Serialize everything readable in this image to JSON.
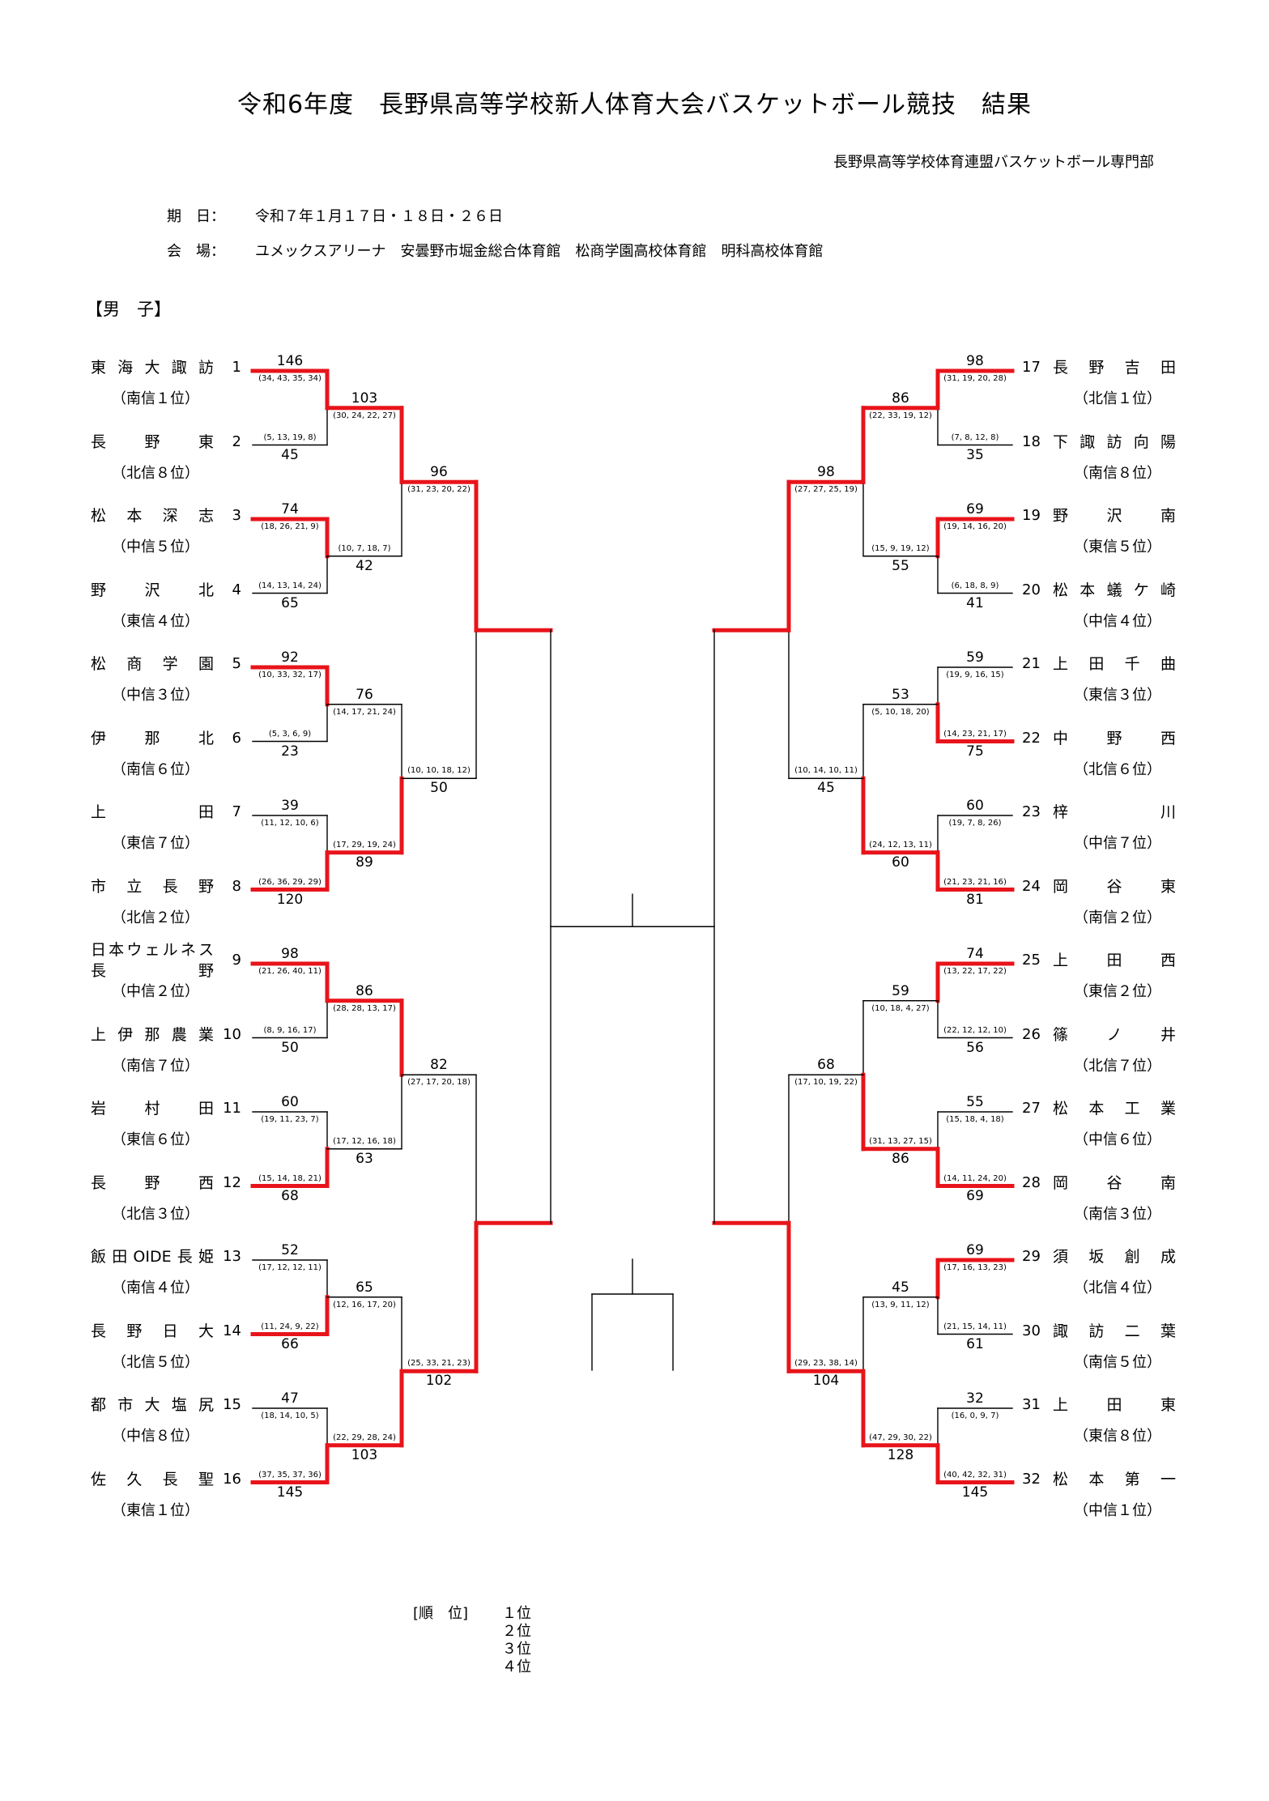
{
  "document": {
    "title": "令和6年度　長野県高等学校新人体育大会バスケットボール競技　結果",
    "organizer": "長野県高等学校体育連盟バスケットボール専門部",
    "date_label": "期　日：",
    "date_value": "令和７年１月１７日・１８日・２６日",
    "venue_label": "会　場：",
    "venue_value": "ユメックスアリーナ　安曇野市堀金総合体育館　松商学園高校体育館　明科高校体育館",
    "section": "【男　子】"
  },
  "teams": [
    {
      "no": "1",
      "name": "東海大諏訪",
      "sub": "（南信１位）"
    },
    {
      "no": "2",
      "name": "長野東",
      "sub": "（北信８位）"
    },
    {
      "no": "3",
      "name": "松本深志",
      "sub": "（中信５位）"
    },
    {
      "no": "4",
      "name": "野沢北",
      "sub": "（東信４位）"
    },
    {
      "no": "5",
      "name": "松商学園",
      "sub": "（中信３位）"
    },
    {
      "no": "6",
      "name": "伊那北",
      "sub": "（南信６位）"
    },
    {
      "no": "7",
      "name": "上田",
      "sub": "（東信７位）"
    },
    {
      "no": "8",
      "name": "市立長野",
      "sub": "（北信２位）"
    },
    {
      "no": "9",
      "name": "日本ウェルネス",
      "name2": "長野",
      "sub": "（中信２位）"
    },
    {
      "no": "10",
      "name": "上伊那農業",
      "sub": "（南信７位）"
    },
    {
      "no": "11",
      "name": "岩村田",
      "sub": "（東信６位）"
    },
    {
      "no": "12",
      "name": "長野西",
      "sub": "（北信３位）"
    },
    {
      "no": "13",
      "name": "飯田OIDE長姫",
      "sub": "（南信４位）"
    },
    {
      "no": "14",
      "name": "長野日大",
      "sub": "（北信５位）"
    },
    {
      "no": "15",
      "name": "都市大塩尻",
      "sub": "（中信８位）"
    },
    {
      "no": "16",
      "name": "佐久長聖",
      "sub": "（東信１位）"
    },
    {
      "no": "17",
      "name": "長野吉田",
      "sub": "（北信１位）"
    },
    {
      "no": "18",
      "name": "下諏訪向陽",
      "sub": "（南信８位）"
    },
    {
      "no": "19",
      "name": "野沢南",
      "sub": "（東信５位）"
    },
    {
      "no": "20",
      "name": "松本蟻ケ崎",
      "sub": "（中信４位）"
    },
    {
      "no": "21",
      "name": "上田千曲",
      "sub": "（東信３位）"
    },
    {
      "no": "22",
      "name": "中野西",
      "sub": "（北信６位）"
    },
    {
      "no": "23",
      "name": "梓川",
      "sub": "（中信７位）"
    },
    {
      "no": "24",
      "name": "岡谷東",
      "sub": "（南信２位）"
    },
    {
      "no": "25",
      "name": "上田西",
      "sub": "（東信２位）"
    },
    {
      "no": "26",
      "name": "篠ノ井",
      "sub": "（北信７位）"
    },
    {
      "no": "27",
      "name": "松本工業",
      "sub": "（中信６位）"
    },
    {
      "no": "28",
      "name": "岡谷南",
      "sub": "（南信３位）"
    },
    {
      "no": "29",
      "name": "須坂創成",
      "sub": "（北信４位）"
    },
    {
      "no": "30",
      "name": "諏訪二葉",
      "sub": "（南信５位）"
    },
    {
      "no": "31",
      "name": "上田東",
      "sub": "（東信８位）"
    },
    {
      "no": "32",
      "name": "松本第一",
      "sub": "（中信１位）"
    }
  ],
  "games_r1": [
    {
      "a": 1,
      "b": 2,
      "sa": "146",
      "qa": "(34, 43, 35, 34)",
      "sb": "45",
      "qb": "(5, 13, 19, 8)",
      "winner": "a"
    },
    {
      "a": 3,
      "b": 4,
      "sa": "74",
      "qa": "(18, 26, 21, 9)",
      "sb": "65",
      "qb": "(14, 13, 14, 24)",
      "winner": "a"
    },
    {
      "a": 5,
      "b": 6,
      "sa": "92",
      "qa": "(10, 33, 32, 17)",
      "sb": "23",
      "qb": "(5, 3, 6, 9)",
      "winner": "a"
    },
    {
      "a": 7,
      "b": 8,
      "sa": "39",
      "qa": "(11, 12, 10, 6)",
      "sb": "120",
      "qb": "(26, 36, 29, 29)",
      "winner": "b"
    },
    {
      "a": 9,
      "b": 10,
      "sa": "98",
      "qa": "(21, 26, 40, 11)",
      "sb": "50",
      "qb": "(8, 9, 16, 17)",
      "winner": "a"
    },
    {
      "a": 11,
      "b": 12,
      "sa": "60",
      "qa": "(19, 11, 23, 7)",
      "sb": "68",
      "qb": "(15, 14, 18, 21)",
      "winner": "b"
    },
    {
      "a": 13,
      "b": 14,
      "sa": "52",
      "qa": "(17, 12, 12, 11)",
      "sb": "66",
      "qb": "(11, 24, 9, 22)",
      "winner": "b"
    },
    {
      "a": 15,
      "b": 16,
      "sa": "47",
      "qa": "(18, 14, 10, 5)",
      "sb": "145",
      "qb": "(37, 35, 37, 36)",
      "winner": "b"
    },
    {
      "a": 17,
      "b": 18,
      "sa": "98",
      "qa": "(31, 19, 20, 28)",
      "sb": "35",
      "qb": "(7, 8, 12, 8)",
      "winner": "a"
    },
    {
      "a": 19,
      "b": 20,
      "sa": "69",
      "qa": "(19, 14, 16, 20)",
      "sb": "41",
      "qb": "(6, 18, 8, 9)",
      "winner": "a"
    },
    {
      "a": 21,
      "b": 22,
      "sa": "59",
      "qa": "(19, 9, 16, 15)",
      "sb": "75",
      "qb": "(14, 23, 21, 17)",
      "winner": "b"
    },
    {
      "a": 23,
      "b": 24,
      "sa": "60",
      "qa": "(19, 7, 8, 26)",
      "sb": "81",
      "qb": "(21, 23, 21, 16)",
      "winner": "b"
    },
    {
      "a": 25,
      "b": 26,
      "sa": "74",
      "qa": "(13, 22, 17, 22)",
      "sb": "56",
      "qb": "(22, 12, 12, 10)",
      "winner": "a"
    },
    {
      "a": 27,
      "b": 28,
      "sa": "55",
      "qa": "(15, 18, 4, 18)",
      "sb": "69",
      "qb": "(14, 11, 24, 20)",
      "winner": "b"
    },
    {
      "a": 29,
      "b": 30,
      "sa": "69",
      "qa": "(17, 16, 13, 23)",
      "sb": "61",
      "qb": "(21, 15, 14, 11)",
      "winner": "a"
    },
    {
      "a": 31,
      "b": 32,
      "sa": "32",
      "qa": "(16, 0, 9, 7)",
      "sb": "145",
      "qb": "(40, 42, 32, 31)",
      "winner": "b"
    }
  ],
  "games_r2": [
    {
      "sa": "103",
      "qa": "(30, 24, 22, 27)",
      "sb": "42",
      "qb": "(10, 7, 18, 7)",
      "winner": "a"
    },
    {
      "sa": "76",
      "qa": "(14, 17, 21, 24)",
      "sb": "89",
      "qb": "(17, 29, 19, 24)",
      "winner": "b"
    },
    {
      "sa": "86",
      "qa": "(28, 28, 13, 17)",
      "sb": "63",
      "qb": "(17, 12, 16, 18)",
      "winner": "a"
    },
    {
      "sa": "65",
      "qa": "(12, 16, 17, 20)",
      "sb": "103",
      "qb": "(22, 29, 28, 24)",
      "winner": "b"
    },
    {
      "sa": "86",
      "qa": "(22, 33, 19, 12)",
      "sb": "55",
      "qb": "(15, 9, 19, 12)",
      "winner": "a"
    },
    {
      "sa": "53",
      "qa": "(5, 10, 18, 20)",
      "sb": "60",
      "qb": "(24, 12, 13, 11)",
      "winner": "b"
    },
    {
      "sa": "59",
      "qa": "(10, 18, 4, 27)",
      "sb": "86",
      "qb": "(31, 13, 27, 15)",
      "winner": "b"
    },
    {
      "sa": "45",
      "qa": "(13, 9, 11, 12)",
      "sb": "128",
      "qb": "(47, 29, 30, 22)",
      "winner": "b"
    }
  ],
  "games_r3": [
    {
      "sa": "96",
      "qa": "(31, 23, 20, 22)",
      "sb": "50",
      "qb": "(10, 10, 18, 12)",
      "winner": "a"
    },
    {
      "sa": "82",
      "qa": "(27, 17, 20, 18)",
      "sb": "102",
      "qb": "(25, 33, 21, 23)",
      "winner": "b"
    },
    {
      "sa": "98",
      "qa": "(27, 27, 25, 19)",
      "sb": "45",
      "qb": "(10, 14, 10, 11)",
      "winner": "a"
    },
    {
      "sa": "68",
      "qa": "(17, 10, 19, 22)",
      "sb": "104",
      "qb": "(29, 23, 38, 14)",
      "winner": "b"
    }
  ],
  "ranking": {
    "label": "[順　位]",
    "places": [
      "１位",
      "２位",
      "３位",
      "４位"
    ]
  },
  "colors": {
    "winner_line": "#e8141b",
    "line": "#000000"
  }
}
